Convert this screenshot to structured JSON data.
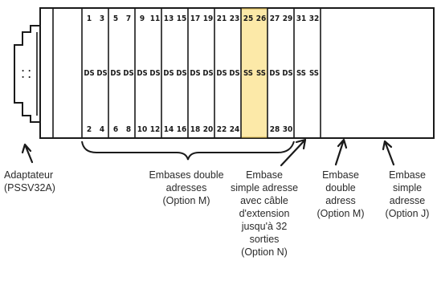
{
  "diagram": {
    "adapter": {
      "label_lines": [
        "Adaptateur",
        "(PSSV32A)"
      ],
      "grip_glyph": "⸬"
    },
    "bases": [
      {
        "type": "double",
        "top": [
          "1",
          "3"
        ],
        "mid": [
          "DS",
          "DS"
        ],
        "bottom": [
          "2",
          "4"
        ]
      },
      {
        "type": "double",
        "top": [
          "5",
          "7"
        ],
        "mid": [
          "DS",
          "DS"
        ],
        "bottom": [
          "6",
          "8"
        ]
      },
      {
        "type": "double",
        "top": [
          "9",
          "11"
        ],
        "mid": [
          "DS",
          "DS"
        ],
        "bottom": [
          "10",
          "12"
        ]
      },
      {
        "type": "double",
        "top": [
          "13",
          "15"
        ],
        "mid": [
          "DS",
          "DS"
        ],
        "bottom": [
          "14",
          "16"
        ]
      },
      {
        "type": "double",
        "top": [
          "17",
          "19"
        ],
        "mid": [
          "DS",
          "DS"
        ],
        "bottom": [
          "18",
          "20"
        ]
      },
      {
        "type": "double",
        "top": [
          "21",
          "23"
        ],
        "mid": [
          "DS",
          "DS"
        ],
        "bottom": [
          "22",
          "24"
        ]
      },
      {
        "type": "single-ext",
        "top": [
          "25",
          "26"
        ],
        "mid": [
          "SS",
          "SS"
        ],
        "bottom": [
          "",
          ""
        ]
      },
      {
        "type": "double",
        "top": [
          "27",
          "29"
        ],
        "mid": [
          "DS",
          "DS"
        ],
        "bottom": [
          "28",
          "30"
        ]
      },
      {
        "type": "single",
        "top": [
          "31",
          "32"
        ],
        "mid": [
          "SS",
          "SS"
        ],
        "bottom": [
          "",
          ""
        ]
      }
    ],
    "captions": {
      "double_group": [
        "Embases double",
        "adresses",
        "(Option M)"
      ],
      "single_ext": [
        "Embase",
        "simple adresse",
        "avec câble",
        "d'extension",
        "jusqu'à 32",
        "sorties",
        "(Option N)"
      ],
      "double_single": [
        "Embase",
        "double",
        "adress",
        "(Option M)"
      ],
      "single_j": [
        "Embase",
        "simple",
        "adresse",
        "(Option J)"
      ]
    },
    "colors": {
      "outline": "#1a1a1a",
      "highlight_fill": "#fce9a8",
      "highlight_edge": "#d8b850"
    }
  }
}
